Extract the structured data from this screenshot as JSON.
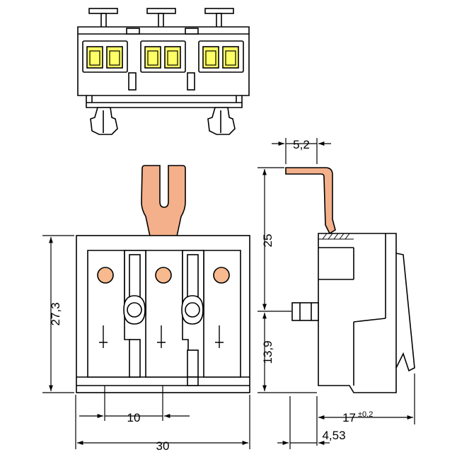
{
  "colors": {
    "line": "#000000",
    "body": "#ffffff",
    "orange": "#f3b08a",
    "yellow": "#ffff66",
    "dot": "#f7b98e"
  },
  "dimensions": {
    "width_total": "30",
    "pitch": "10",
    "height_front": "27,3",
    "height_lever": "25",
    "height_lower": "13,9",
    "lever_offset": "5,2",
    "depth": "17",
    "depth_tolerance": "±0,2",
    "side_offset": "4,53"
  }
}
